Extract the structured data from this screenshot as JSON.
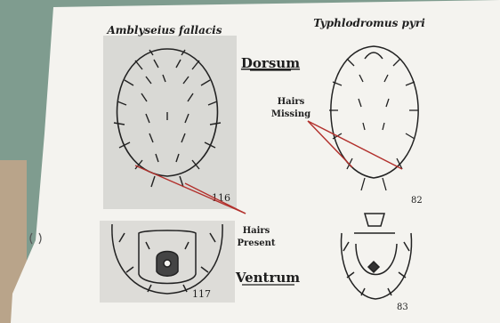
{
  "slide": {
    "species_left": "Amblyseius fallacis",
    "species_right": "Typhlodromus pyri",
    "label_dorsum": "Dorsum",
    "label_ventrum": "Ventrum",
    "callout_missing_line1": "Hairs",
    "callout_missing_line2": "Missing",
    "callout_present_line1": "Hairs",
    "callout_present_line2": "Present",
    "fig_left_dorsal": "116",
    "fig_left_ventral": "117",
    "fig_right_dorsal": "82",
    "fig_right_ventral": "83"
  },
  "colors": {
    "slide_bg": "#f4f3ef",
    "panel_gray": "#d9d9d5",
    "ink": "#1e1e1e",
    "callout_line": "#b2302c",
    "backdrop": "#7f9c8f"
  },
  "icons": {
    "mite_dorsal_left": "mite-dorsal-outline",
    "mite_ventral_left": "mite-ventral-outline",
    "mite_dorsal_right": "mite-dorsal-outline",
    "mite_ventral_right": "mite-ventral-outline"
  }
}
